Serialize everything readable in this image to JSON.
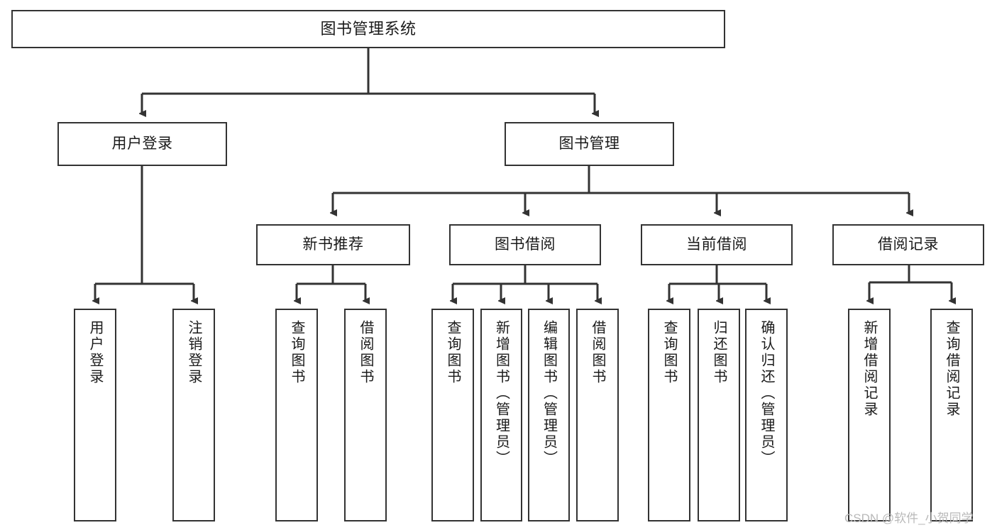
{
  "diagram": {
    "type": "tree",
    "orientation": "top-down",
    "title": "图书管理系统",
    "stroke_color": "#333333",
    "fill_color": "#ffffff",
    "text_color": "#1a1a1a",
    "watermark": "CSDN @软件_小贺同学"
  },
  "nodes": {
    "root": {
      "label": "图书管理系统",
      "level": 0
    },
    "level1": [
      {
        "id": "user-login",
        "label": "用户登录"
      },
      {
        "id": "book-manage",
        "label": "图书管理"
      }
    ],
    "level2": [
      {
        "id": "new-book-recommend",
        "label": "新书推荐",
        "parent": "book-manage"
      },
      {
        "id": "book-borrow",
        "label": "图书借阅",
        "parent": "book-manage"
      },
      {
        "id": "current-borrow",
        "label": "当前借阅",
        "parent": "book-manage"
      },
      {
        "id": "borrow-record",
        "label": "借阅记录",
        "parent": "book-manage"
      }
    ],
    "leaves": {
      "user_login": [
        {
          "id": "leaf-user-login",
          "label": "用户登录"
        },
        {
          "id": "leaf-user-logout",
          "label": "注销登录"
        }
      ],
      "new_book_recommend": [
        {
          "id": "leaf-query-book-1",
          "label": "查询图书"
        },
        {
          "id": "leaf-borrow-book-1",
          "label": "借阅图书"
        }
      ],
      "book_borrow": [
        {
          "id": "leaf-query-book-2",
          "label": "查询图书"
        },
        {
          "id": "leaf-add-book",
          "label": "新增图书（管理员）"
        },
        {
          "id": "leaf-edit-book",
          "label": "编辑图书（管理员）"
        },
        {
          "id": "leaf-borrow-book-2",
          "label": "借阅图书"
        }
      ],
      "current_borrow": [
        {
          "id": "leaf-query-book-3",
          "label": "查询图书"
        },
        {
          "id": "leaf-return-book",
          "label": "归还图书"
        },
        {
          "id": "leaf-confirm-return",
          "label": "确认归还（管理员）"
        }
      ],
      "borrow_record": [
        {
          "id": "leaf-add-record",
          "label": "新增借阅记录"
        },
        {
          "id": "leaf-query-record",
          "label": "查询借阅记录"
        }
      ]
    }
  }
}
